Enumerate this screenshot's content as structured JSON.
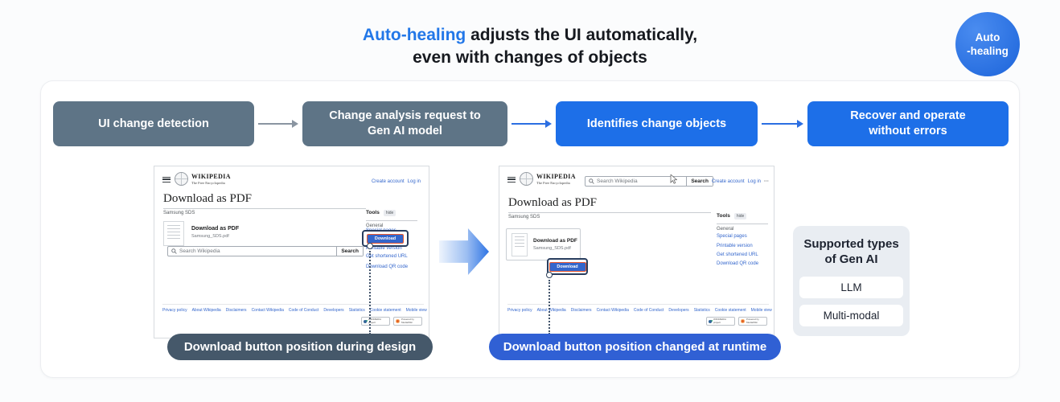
{
  "title": {
    "highlight": "Auto-healing",
    "rest": "adjusts the UI automatically,",
    "line2": "even with changes of objects"
  },
  "badge": {
    "line1": "Auto",
    "line2": "-healing"
  },
  "flow": {
    "steps": [
      {
        "label": "UI change detection"
      },
      {
        "label": "Change analysis request to Gen AI model"
      },
      {
        "label": "Identifies change objects"
      },
      {
        "label": "Recover and operate without errors"
      }
    ]
  },
  "wiki": {
    "logo_title": "WIKIPEDIA",
    "logo_subtitle": "The Free Encyclopedia",
    "create_account": "Create account",
    "login": "Log in",
    "more_menu": "···",
    "heading": "Download as PDF",
    "page_subtitle": "Samsung SDS",
    "doc_title": "Download as PDF",
    "doc_filename": "Samsung_SDS.pdf",
    "search_placeholder": "Search Wikipedia",
    "search_button": "Search",
    "tools_label": "Tools",
    "hide_label": "hide",
    "general_label": "General",
    "sidebar_links": [
      "Special pages",
      "Printable version",
      "Get shortened URL",
      "Download QR code"
    ],
    "download_button": "Download",
    "footer_links": [
      "Privacy policy",
      "About Wikipedia",
      "Disclaimers",
      "Contact Wikipedia",
      "Code of Conduct",
      "Developers",
      "Statistics",
      "Cookie statement",
      "Mobile view"
    ],
    "wikimedia_badge": "WIKIMEDIA project",
    "mediawiki_badge": "Powered by MediaWiki"
  },
  "captions": {
    "left": "Download button position during design",
    "right": "Download button position changed at runtime"
  },
  "supported": {
    "title_line1": "Supported types",
    "title_line2": "of Gen AI",
    "items": [
      "LLM",
      "Multi-modal"
    ]
  },
  "colors": {
    "accent_blue": "#2277e8",
    "step_slate": "#5e7486",
    "step_blue": "#1d6fe8",
    "pill_dark": "#45586a",
    "pill_blue": "#3060d4",
    "wiki_link": "#3366cc",
    "download_button": "#3366cc",
    "highlight_border": "#e8572e",
    "highlight_outline": "#283d5e"
  }
}
